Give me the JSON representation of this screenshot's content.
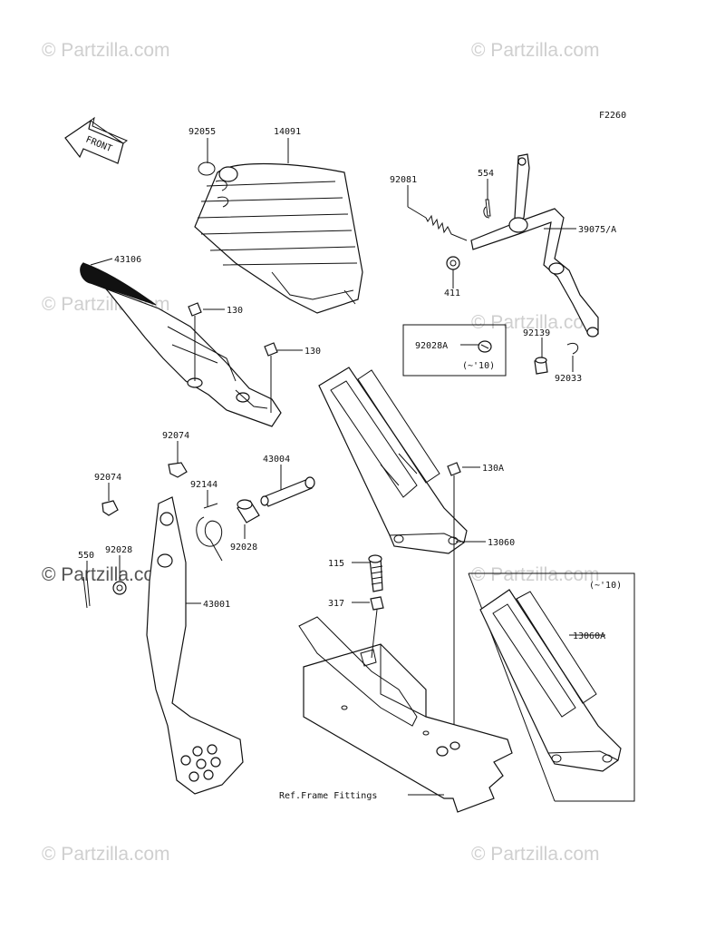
{
  "figure_code": "F2260",
  "front_arrow_label": "FRONT",
  "watermark": "© Partzilla.com",
  "variant_note": "(~'10)",
  "callouts": {
    "p92055": "92055",
    "p14091": "14091",
    "p43106": "43106",
    "p130a": "130",
    "p130b": "130",
    "p92081": "92081",
    "p554": "554",
    "p39075": "39075/A",
    "p411": "411",
    "p92028A": "92028A",
    "p92139": "92139",
    "p92033": "92033",
    "p92074a": "92074",
    "p92074b": "92074",
    "p43004": "43004",
    "p92144": "92144",
    "p92028a": "92028",
    "p92028b": "92028",
    "p550": "550",
    "p43001": "43001",
    "p130A": "130A",
    "p13060": "13060",
    "p115": "115",
    "p317": "317",
    "p13060A": "13060A",
    "ref_frame": "Ref.Frame Fittings"
  }
}
